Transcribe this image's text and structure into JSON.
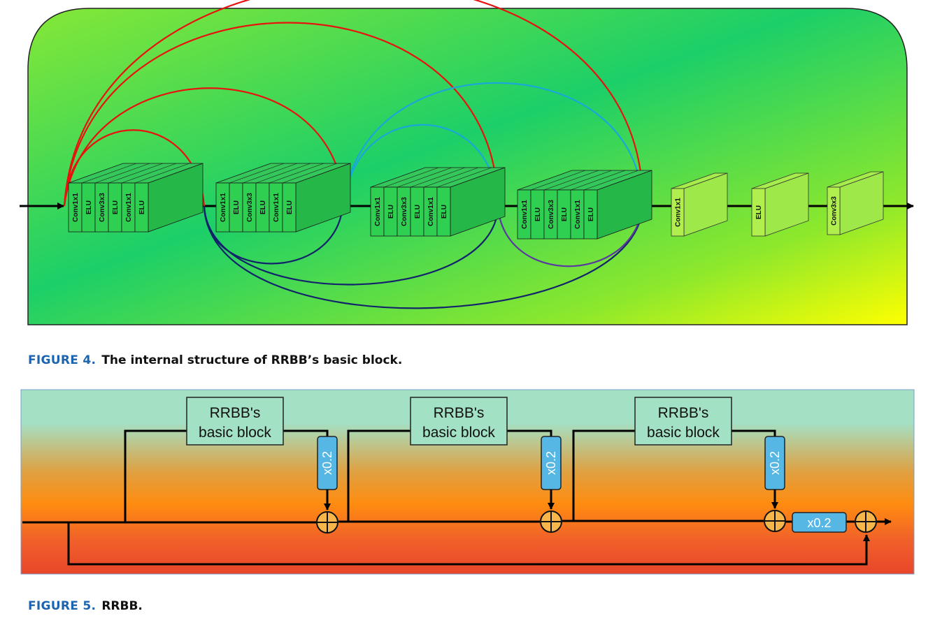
{
  "figure4": {
    "caption_number": "FIGURE 4.",
    "caption_text": "The internal structure of RRBB’s basic block.",
    "dense_blocks": [
      {
        "layers": [
          "Conv1x1",
          "ELU",
          "Conv3x3",
          "ELU",
          "Conv1x1",
          "ELU"
        ]
      },
      {
        "layers": [
          "Conv1x1",
          "ELU",
          "Conv3x3",
          "ELU",
          "Conv1x1",
          "ELU"
        ]
      },
      {
        "layers": [
          "Conv1x1",
          "ELU",
          "Conv3x3",
          "ELU",
          "Conv1x1",
          "ELU"
        ]
      },
      {
        "layers": [
          "Conv1x1",
          "ELU",
          "Conv3x3",
          "ELU",
          "Conv1x1",
          "ELU"
        ]
      }
    ],
    "tail_layers": [
      "Conv1x1",
      "ELU",
      "Conv3x3"
    ],
    "colors": {
      "background_start": "#7fe33a",
      "background_mid": "#1fcf66",
      "background_end": "#ffff00",
      "red_connection": "#e8120f",
      "cyan_connection": "#1aa8d8",
      "navy_connection": "#12236b",
      "purple_connection": "#5a3a9e",
      "layer_fill": "#2fcf52"
    }
  },
  "figure5": {
    "caption_number": "FIGURE 5.",
    "caption_text": "RRBB.",
    "blocks": [
      {
        "label_line1": "RRBB's",
        "label_line2": "basic block",
        "scale": "x0.2"
      },
      {
        "label_line1": "RRBB's",
        "label_line2": "basic block",
        "scale": "x0.2"
      },
      {
        "label_line1": "RRBB's",
        "label_line2": "basic block",
        "scale": "x0.2"
      }
    ],
    "final_scale": "x0.2",
    "colors": {
      "band_top": "#a4e0c4",
      "band_mid": "#ff8c10",
      "band_bottom": "#e8462a",
      "block_fill": "#a3e1c4",
      "scale_fill": "#56b6e4",
      "adder_fill": "#f7b64a"
    }
  }
}
